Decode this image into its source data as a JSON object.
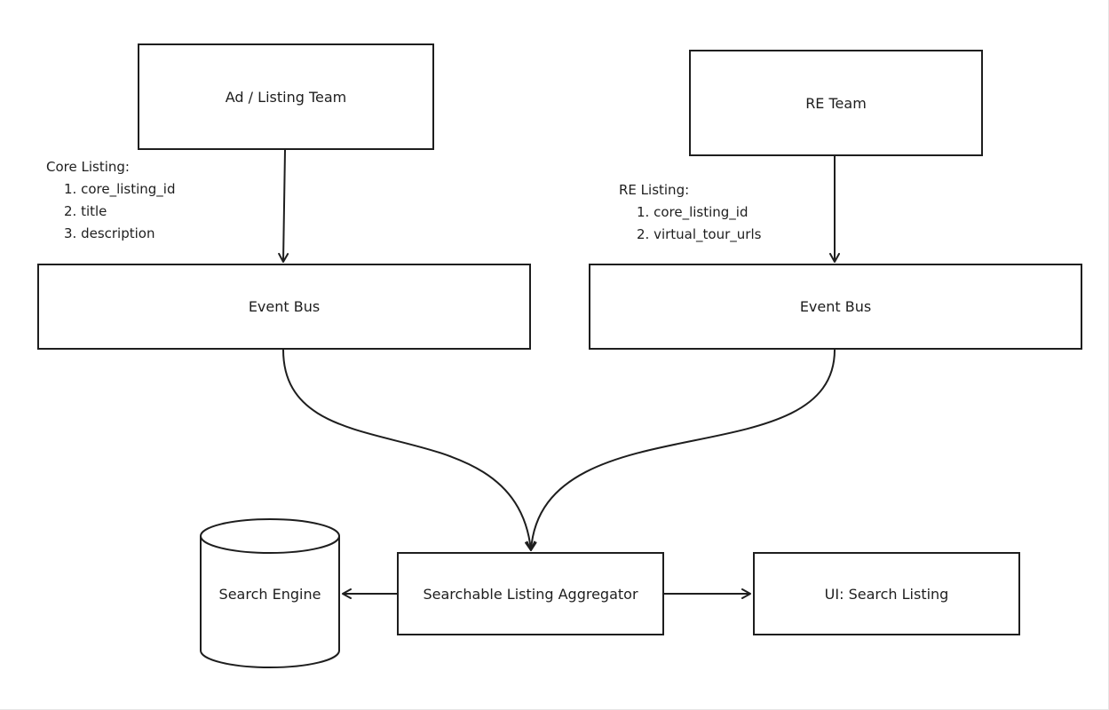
{
  "nodes": {
    "ad_team": "Ad / Listing Team",
    "re_team": "RE Team",
    "event_bus_left": "Event Bus",
    "event_bus_right": "Event Bus",
    "aggregator": "Searchable Listing Aggregator",
    "search_engine": "Search Engine",
    "ui_search": "UI: Search Listing"
  },
  "notes": {
    "core_listing": {
      "title": "Core Listing:",
      "items": [
        "1. core_listing_id",
        "2. title",
        "3. description"
      ]
    },
    "re_listing": {
      "title": "RE Listing:",
      "items": [
        "1. core_listing_id",
        "2. virtual_tour_urls"
      ]
    }
  },
  "colors": {
    "stroke": "#1e1e1e",
    "background": "#ffffff"
  }
}
